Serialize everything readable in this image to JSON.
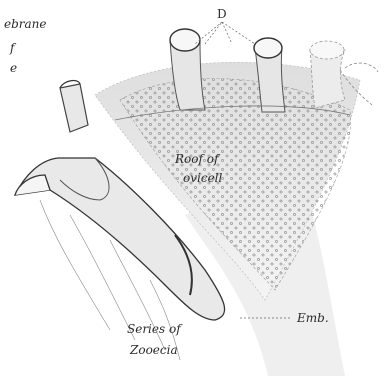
{
  "figure": {
    "labels": {
      "membrane_fragment": "ebrane",
      "cut_letter_1": "f",
      "cut_letter_2": "e",
      "d_label": "D",
      "roof_line1": "Roof of",
      "roof_line2": "ovicell",
      "series_line1": "Series of",
      "series_line2": "Zooecia",
      "emb": "Emb."
    }
  }
}
